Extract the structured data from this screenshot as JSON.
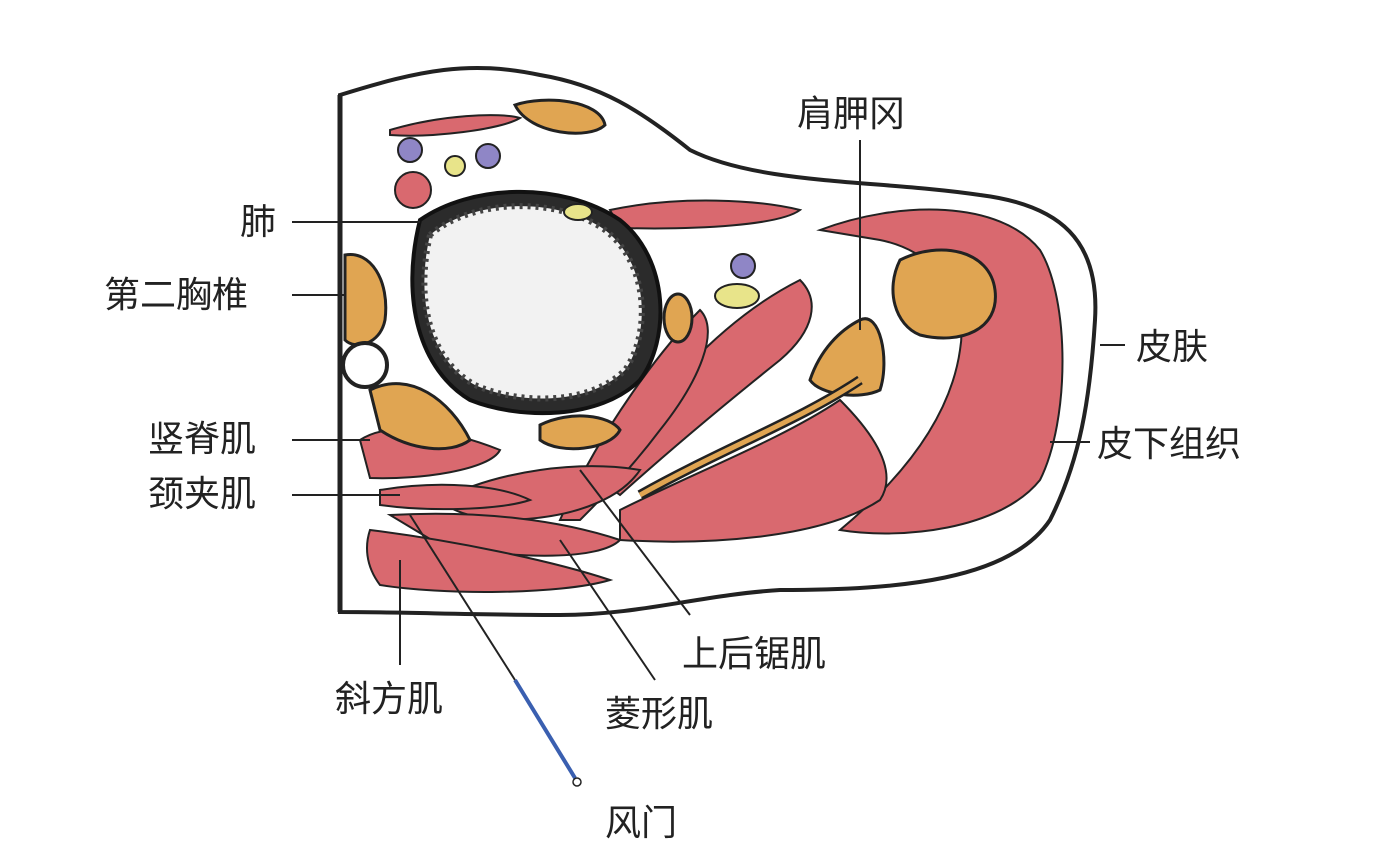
{
  "labels": {
    "scapular_spine": "肩胛冈",
    "lung": "肺",
    "second_thoracic_vertebra": "第二胸椎",
    "erector_spinae": "竖脊肌",
    "splenius_cervicis": "颈夹肌",
    "trapezius": "斜方肌",
    "rhomboid": "菱形肌",
    "serratus_posterior_superior": "上后锯肌",
    "fengmen": "风门",
    "skin": "皮肤",
    "subcutaneous_tissue": "皮下组织"
  },
  "colors": {
    "muscle": "#d9696f",
    "bone": "#e0a552",
    "lung": "#2b2b2b",
    "needle": "#3a5fb0",
    "vessel_purple": "#8f86c6",
    "nerve_yellow": "#e8e48a"
  }
}
